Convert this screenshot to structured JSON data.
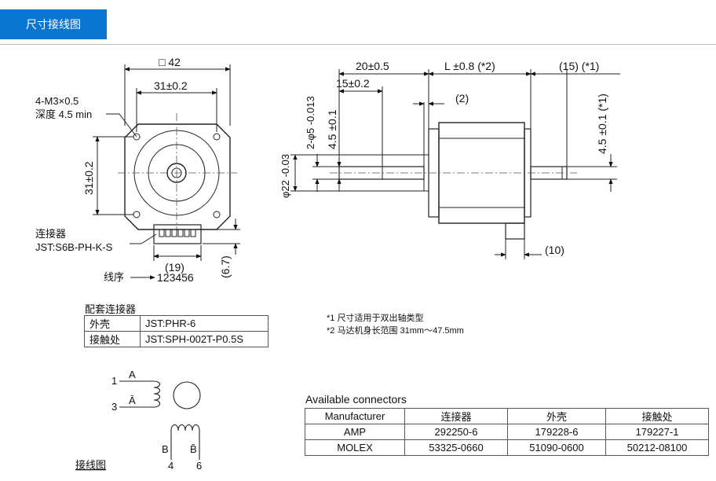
{
  "tab": {
    "label": "尺寸接线图"
  },
  "front_view": {
    "square": "□ 42",
    "hole_pitch_top": "31±0.2",
    "hole_pitch_left": "31±0.2",
    "screw_spec": "4-M3×0.5",
    "screw_depth": "深度 4.5 min",
    "connector_label": "连接器",
    "connector_model": "JST:S6B-PH-K-S",
    "connector_width": "(19)",
    "connector_height": "(6.7)",
    "wire_order_label": "线序",
    "wire_order_value": "123456"
  },
  "side_view": {
    "dim_20": "20±0.5",
    "dim_15": "15±0.2",
    "dim_L": "L ±0.8 (*2)",
    "dim_rear": "(15) (*1)",
    "dim_2": "(2)",
    "dim_45_left": "4.5 ±0.1",
    "dim_45_right": "4.5 ±0.1 (*1)",
    "dim_flat": "2-φ5 -0.013",
    "dim_boss": "φ22 -0.03",
    "dim_10": "(10)"
  },
  "mating_connector": {
    "title": "配套连接器",
    "rows": [
      {
        "name": "外壳",
        "value": "JST:PHR-6"
      },
      {
        "name": "接触处",
        "value": "JST:SPH-002T-P0.5S"
      }
    ]
  },
  "notes": [
    "*1 尺寸适用于双出轴类型",
    "*2 马达机身长范围 31mm～47.5mm"
  ],
  "wiring": {
    "title": "接线图",
    "pin1": "1",
    "pin3": "3",
    "pin4": "4",
    "pin6": "6",
    "coil_a": "A",
    "coil_a_bar": "Ā",
    "coil_b": "B",
    "coil_b_bar": "B̄"
  },
  "available": {
    "title": "Available connectors",
    "headers": [
      "Manufacturer",
      "连接器",
      "外壳",
      "接触处"
    ],
    "rows": [
      [
        "AMP",
        "292250-6",
        "179228-6",
        "179227-1"
      ],
      [
        "MOLEX",
        "53325-0660",
        "51090-0600",
        "50212-08100"
      ]
    ]
  }
}
